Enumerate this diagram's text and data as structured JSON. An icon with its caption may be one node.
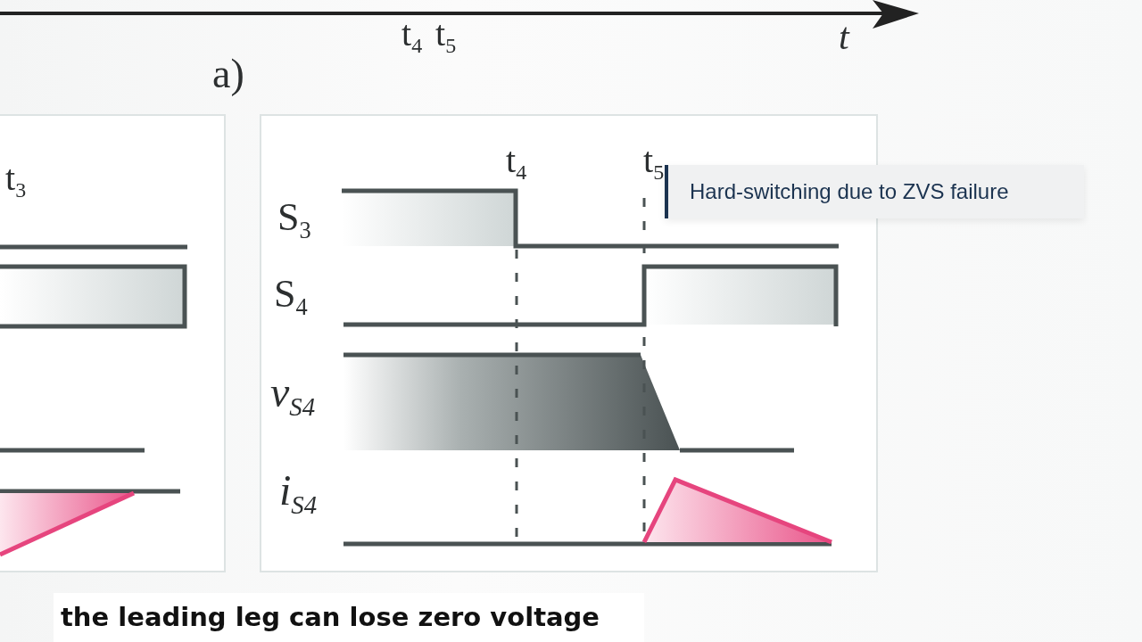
{
  "diagram": {
    "caption": "the leading leg can lose zero voltage",
    "nodes": [
      {
        "text": [
          "t$_{3}$"
        ]
      },
      {
        "text": [
          "t$_{4}$",
          "t$_{5}$",
          "S$_{3}$",
          "S$_{4}$",
          "v$_{S4}$",
          "i$_{S4}$"
        ]
      },
      {
        "text": [
          "Hard-switching due to ZVS failure"
        ]
      }
    ],
    "labels": [
      "t$_{4}$",
      "t$_{5}$",
      "t",
      "a)"
    ]
  }
}
